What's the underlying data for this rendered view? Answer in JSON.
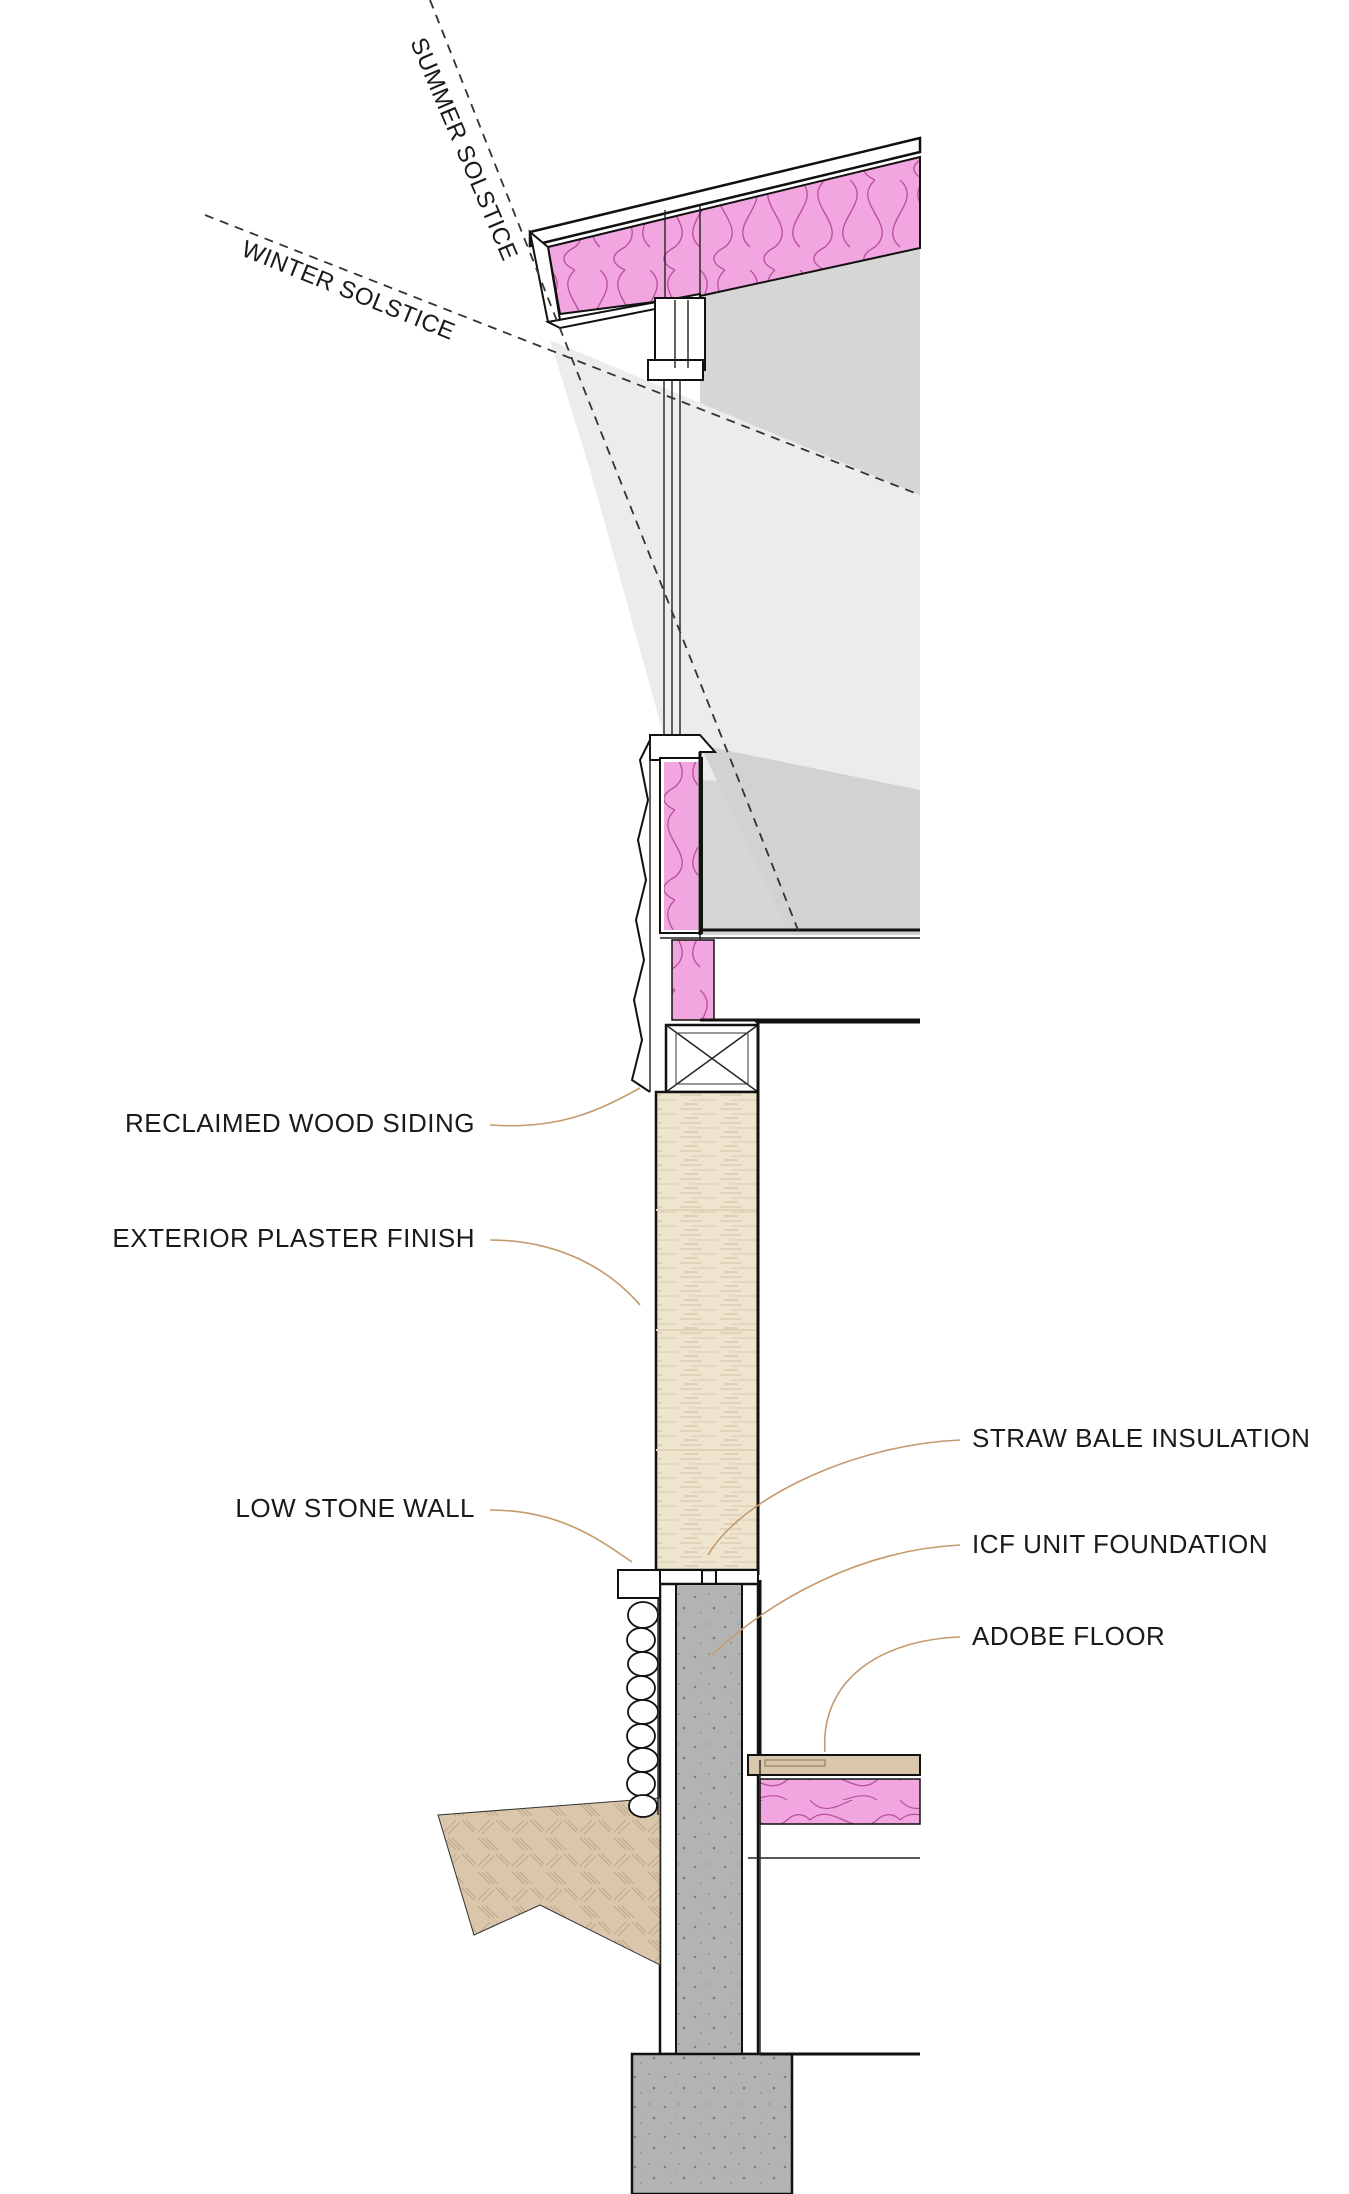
{
  "diagram": {
    "sun_angles": {
      "summer": "SUMMER SOLSTICE",
      "winter": "WINTER SOLSTICE"
    },
    "callouts": [
      {
        "id": "reclaimed-wood-siding",
        "label": "RECLAIMED WOOD SIDING"
      },
      {
        "id": "exterior-plaster-finish",
        "label": "EXTERIOR PLASTER FINISH"
      },
      {
        "id": "low-stone-wall",
        "label": "LOW STONE WALL"
      },
      {
        "id": "straw-bale-insulation",
        "label": "STRAW BALE INSULATION"
      },
      {
        "id": "icf-unit-foundation",
        "label": "ICF UNIT FOUNDATION"
      },
      {
        "id": "adobe-floor",
        "label": "ADOBE FLOOR"
      }
    ],
    "colors": {
      "insulation": "#f2a6e0",
      "insulation_line": "#b84f9c",
      "straw": "#efe5cf",
      "concrete": "#b3b3b3",
      "footing": "#9a9a9a",
      "soil": "#d9c6ab",
      "leader": "#c49a6c",
      "shadow_dark": "#d6d6d6",
      "shadow_light": "#ececec"
    }
  }
}
